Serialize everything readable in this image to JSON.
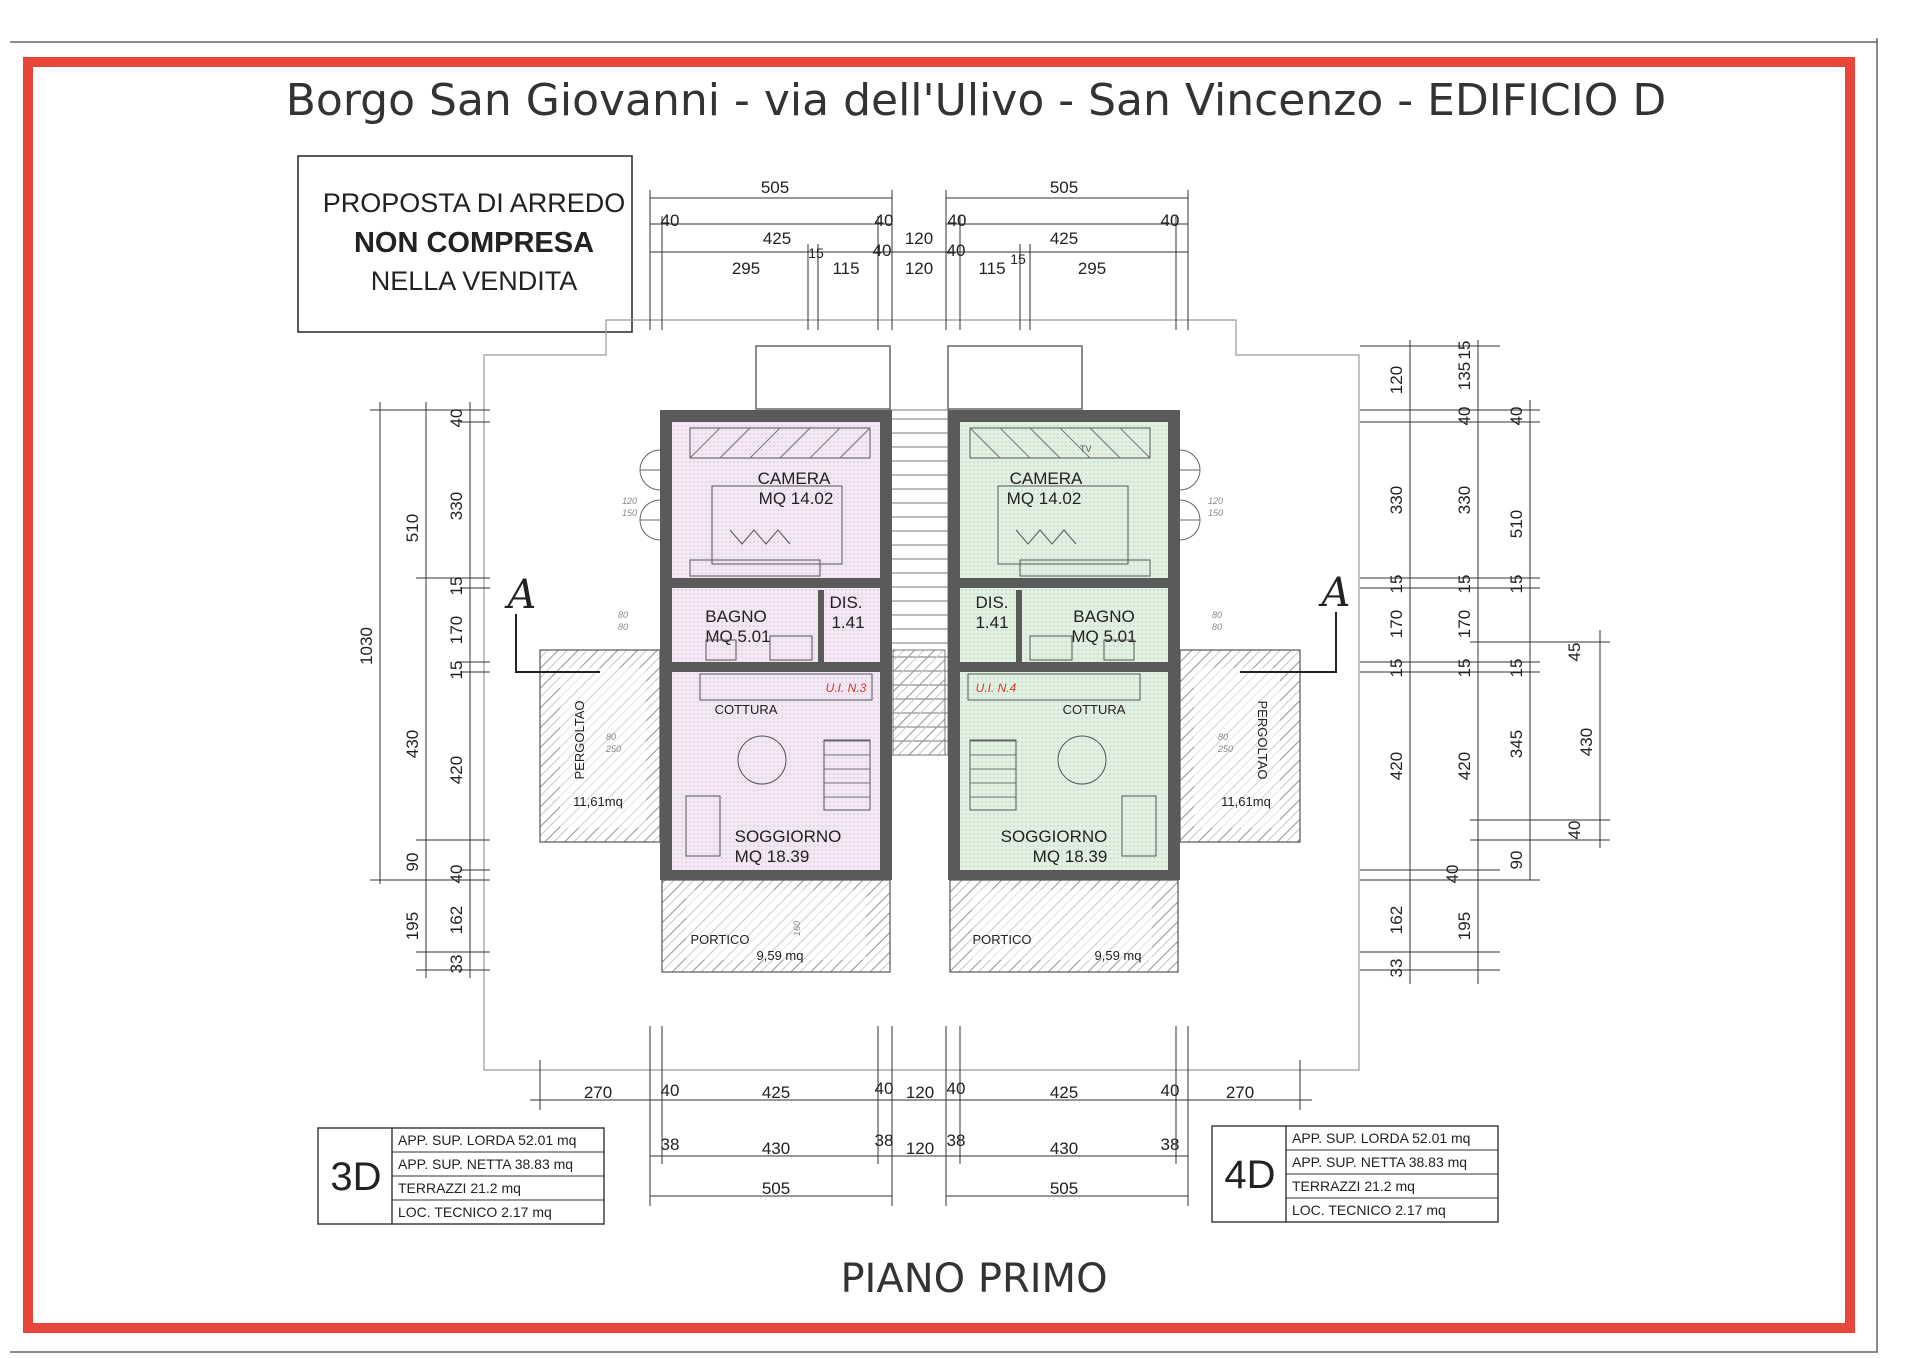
{
  "title": "Borgo San Giovanni - via dell'Ulivo - San Vincenzo - EDIFICIO D",
  "notice": {
    "line1": "PROPOSTA DI ARREDO",
    "line2": "NON COMPRESA",
    "line3": "NELLA VENDITA"
  },
  "footer_title": "PIANO PRIMO",
  "section_marker": "A",
  "colors": {
    "frame": "#e8463a",
    "unit_left": "#f2e6f2",
    "unit_right": "#e2f0e2",
    "wall": "#555555",
    "ui_label": "#d83a30"
  },
  "rooms": {
    "camera": "CAMERA",
    "camera_area": "MQ 14.02",
    "bagno": "BAGNO",
    "bagno_area": "MQ 5.01",
    "dis": "DIS.",
    "dis_area": "1.41",
    "cottura": "COTTURA",
    "soggiorno": "SOGGIORNO",
    "soggiorno_area": "MQ 18.39",
    "portico": "PORTICO",
    "portico_area": "9,59 mq",
    "pergolato": "PERGOLTAO",
    "pergolato_area": "11,61mq",
    "tv": "TV"
  },
  "unit_labels": {
    "left": "U.I. N.3",
    "right": "U.I. N.4"
  },
  "window_marks": {
    "w120": "120",
    "w150": "150",
    "w80": "80",
    "w250": "250",
    "w160": "160"
  },
  "units": [
    {
      "code": "3D",
      "rows": [
        "APP. SUP. LORDA  52.01 mq",
        "APP. SUP. NETTA  38.83 mq",
        "TERRAZZI 21.2 mq",
        "LOC. TECNICO  2.17 mq"
      ]
    },
    {
      "code": "4D",
      "rows": [
        "APP. SUP. LORDA  52.01 mq",
        "APP. SUP. NETTA  38.83 mq",
        "TERRAZZI 21.2 mq",
        "LOC. TECNICO  2.17 mq"
      ]
    }
  ],
  "dims": {
    "top": {
      "d505": "505",
      "d40": "40",
      "d425": "425",
      "d120": "120",
      "d15": "15",
      "d295": "295",
      "d115": "115"
    },
    "left": {
      "d1030": "1030",
      "d510": "510",
      "d430": "430",
      "d90": "90",
      "d195": "195",
      "d40": "40",
      "d330": "330",
      "d15": "15",
      "d170": "170",
      "d420": "420",
      "d162": "162",
      "d33": "33"
    },
    "right": {
      "d120": "120",
      "d135": "135",
      "d15": "15",
      "d40": "40",
      "d330": "330",
      "d510": "510",
      "d170": "170",
      "d420": "420",
      "d345": "345",
      "d430": "430",
      "d45": "45",
      "d90": "90",
      "d162": "162",
      "d195": "195",
      "d33": "33"
    },
    "bottom": {
      "d270": "270",
      "d40": "40",
      "d425": "425",
      "d120": "120",
      "d38": "38",
      "d430": "430",
      "d505": "505"
    }
  }
}
